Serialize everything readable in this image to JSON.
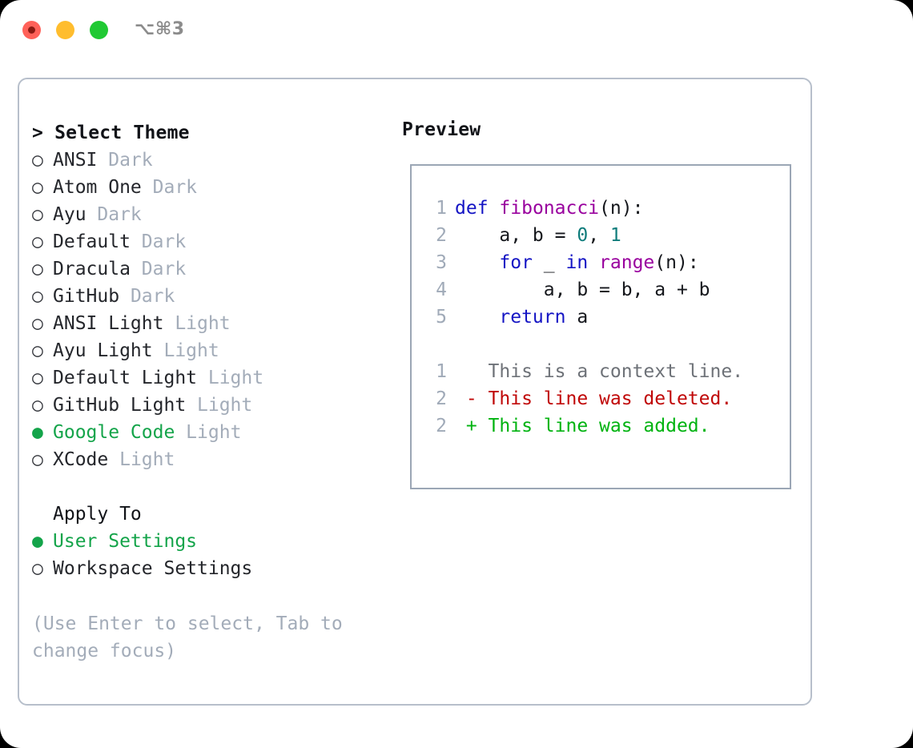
{
  "titlebar": {
    "shortcut": "⌥⌘3",
    "lights": [
      {
        "name": "close",
        "color": "#FF6159"
      },
      {
        "name": "minimize",
        "color": "#FFBD2E"
      },
      {
        "name": "maximize",
        "color": "#20C933"
      }
    ]
  },
  "theme_picker": {
    "heading": "> Select Theme",
    "bullet_unselected": "○",
    "bullet_selected": "●",
    "selected_color": "#14A44A",
    "variant_color": "#A3ACB9",
    "items": [
      {
        "name": "ANSI",
        "variant": "Dark",
        "selected": false
      },
      {
        "name": "Atom One",
        "variant": "Dark",
        "selected": false
      },
      {
        "name": "Ayu",
        "variant": "Dark",
        "selected": false
      },
      {
        "name": "Default",
        "variant": "Dark",
        "selected": false
      },
      {
        "name": "Dracula",
        "variant": "Dark",
        "selected": false
      },
      {
        "name": "GitHub",
        "variant": "Dark",
        "selected": false
      },
      {
        "name": "ANSI Light",
        "variant": "Light",
        "selected": false
      },
      {
        "name": "Ayu Light",
        "variant": "Light",
        "selected": false
      },
      {
        "name": "Default Light",
        "variant": "Light",
        "selected": false
      },
      {
        "name": "GitHub Light",
        "variant": "Light",
        "selected": false
      },
      {
        "name": "Google Code",
        "variant": "Light",
        "selected": true
      },
      {
        "name": "XCode",
        "variant": "Light",
        "selected": false
      }
    ]
  },
  "apply_to": {
    "label": "Apply To",
    "options": [
      {
        "name": "User Settings",
        "selected": true
      },
      {
        "name": "Workspace Settings",
        "selected": false
      }
    ]
  },
  "hint": "(Use Enter to select, Tab to change focus)",
  "preview": {
    "title": "Preview",
    "border_color": "#9BA6B5",
    "gutter_color": "#A0AAB8",
    "code_lines": [
      {
        "num": "1",
        "tokens": [
          {
            "t": "def",
            "c": "kw"
          },
          {
            "t": " ",
            "c": "pln"
          },
          {
            "t": "fibonacci",
            "c": "fn"
          },
          {
            "t": "(n):",
            "c": "pln"
          }
        ]
      },
      {
        "num": "2",
        "tokens": [
          {
            "t": "    a, b = ",
            "c": "pln"
          },
          {
            "t": "0",
            "c": "num"
          },
          {
            "t": ", ",
            "c": "pln"
          },
          {
            "t": "1",
            "c": "num"
          }
        ]
      },
      {
        "num": "3",
        "tokens": [
          {
            "t": "    ",
            "c": "pln"
          },
          {
            "t": "for",
            "c": "kw"
          },
          {
            "t": " _ ",
            "c": "pln"
          },
          {
            "t": "in",
            "c": "kw"
          },
          {
            "t": " ",
            "c": "pln"
          },
          {
            "t": "range",
            "c": "fn"
          },
          {
            "t": "(n):",
            "c": "pln"
          }
        ]
      },
      {
        "num": "4",
        "tokens": [
          {
            "t": "        a, b = b, a + b",
            "c": "pln"
          }
        ]
      },
      {
        "num": "5",
        "tokens": [
          {
            "t": "    ",
            "c": "pln"
          },
          {
            "t": "return",
            "c": "kw"
          },
          {
            "t": " a",
            "c": "pln"
          }
        ]
      }
    ],
    "diff_lines": [
      {
        "num": "1",
        "marker": " ",
        "text": " This is a context line.",
        "kind": "ctx"
      },
      {
        "num": "2",
        "marker": "-",
        "text": " This line was deleted.",
        "kind": "del"
      },
      {
        "num": "2",
        "marker": "+",
        "text": " This line was added.",
        "kind": "add"
      }
    ],
    "syntax_colors": {
      "keyword": "#1414C4",
      "function": "#99009E",
      "number": "#0E7C7B",
      "plain": "#15171C",
      "diff_context": "#6E7278",
      "diff_deleted": "#C00707",
      "diff_added": "#00B310"
    }
  }
}
